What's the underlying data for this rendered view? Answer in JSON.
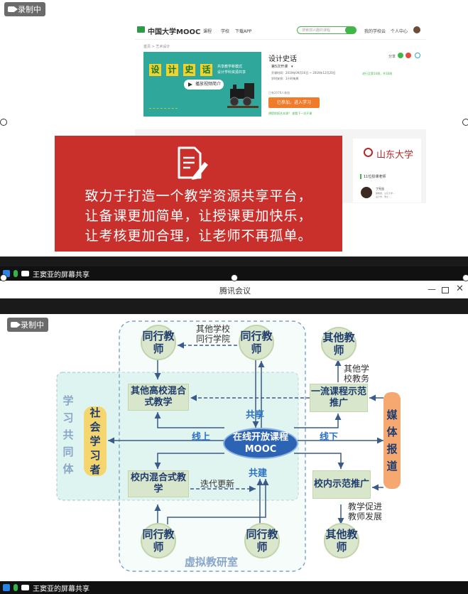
{
  "recording_badge": "录制中",
  "top_screen": {
    "status_text": "王窦亚的屏幕共享",
    "site": {
      "logo_text": "中国大学MOOC",
      "nav": [
        "课程",
        "学校",
        "下载APP"
      ],
      "search_placeholder": "搜索感兴趣的课程",
      "user_links": [
        "我的学校云",
        "个人中心"
      ],
      "breadcrumb": "首页 > 艺术设计",
      "course_title": "设计史话",
      "share_label": "分享",
      "session_select": "第5次开课",
      "info_lines": [
        "开课时间：2019年09月16日 ~ 2019年12月20日",
        "学时安排：3小时每周"
      ],
      "progress_note": "进行至第10周，共16周",
      "enrolled": "已有2076人参加",
      "enroll_button": "已参加，进入学习",
      "fav_text": "想提前报名本课？ 查看下一次开课",
      "hero_tiles": [
        "设",
        "计",
        "史",
        "话"
      ],
      "hero_tagline": [
        "共享教学新模式",
        "设计学科资源共享"
      ],
      "hero_play": "播放视频简介",
      "uni_name": "山东大学",
      "teachers_label": "11位授课老师",
      "teacher_name": "丁宪益",
      "teacher_desc": [
        "副教授，山东大学...",
        "设计学，博士..."
      ]
    },
    "slogan_lines": [
      "致力于打造一个教学资源共享平台，",
      "让备课更加简单，让授课更加快乐，",
      "让考核更加合理，让老师不再孤单。"
    ]
  },
  "window": {
    "title": "腾讯会议"
  },
  "bottom_screen": {
    "status_text": "王窦亚的屏幕共享",
    "diagram": {
      "center": [
        "在线开放课程",
        "MOOC"
      ],
      "teacher_node": "同行教师",
      "other_teacher_node": "其他教师",
      "other_schools_box": "其他高校混合式教学",
      "campus_box": "校内混合式教学",
      "first_class_box": "一流课程示范推广",
      "campus_demo_box": "校内示范推广",
      "society_learners": "社会学习者",
      "media": "媒体报道",
      "learning_community": "学习共同体",
      "virtual_office": "虚拟教研室",
      "share_label": "共享",
      "build_label": "共建",
      "online_label": "线上",
      "offline_label": "线下",
      "other_schools_label": [
        "其他学校",
        "同行学院"
      ],
      "other_affairs_label": [
        "其他学",
        "校教务"
      ],
      "iterative_label": "迭代更新",
      "promote_label": [
        "教学促进",
        "教师发展"
      ]
    }
  }
}
